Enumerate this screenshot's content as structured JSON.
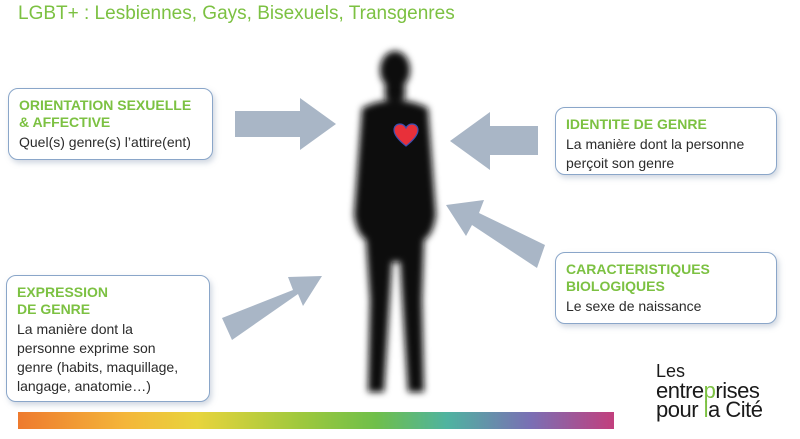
{
  "title": "LGBT+ : Lesbiennes, Gays, Bisexuels, Transgenres",
  "boxes": {
    "orientation": {
      "head_line1": "ORIENTATION SEXUELLE",
      "head_line2": "& AFFECTIVE",
      "desc": "Quel(s) genre(s) l’attire(ent)"
    },
    "identite": {
      "head": "IDENTITE DE GENRE",
      "desc_line1": "La manière dont la personne",
      "desc_line2": "perçoit son genre"
    },
    "biologiques": {
      "head_line1": "CARACTERISTIQUES",
      "head_line2": "BIOLOGIQUES",
      "desc": "Le sexe de naissance"
    },
    "expression": {
      "head_line1": "EXPRESSION",
      "head_line2": "DE GENRE",
      "desc_line1": "La manière dont la",
      "desc_line2": "personne exprime son",
      "desc_line3": "genre (habits, maquillage,",
      "desc_line4": "langage, anatomie…)"
    }
  },
  "logo": {
    "line1": "Les",
    "line2_a": "entre",
    "line2_b": "p",
    "line2_c": "rises",
    "line3_a": "pour ",
    "line3_b": "l",
    "line3_c": "a Cité"
  },
  "colors": {
    "heading_green": "#7cc142",
    "arrow_gray": "#a9b6c6",
    "box_border": "#8aa6c9",
    "heart_red": "#e8303a",
    "silhouette": "#111111"
  },
  "icons": {
    "figure": "person-silhouette-icon",
    "heart": "heart-icon"
  }
}
